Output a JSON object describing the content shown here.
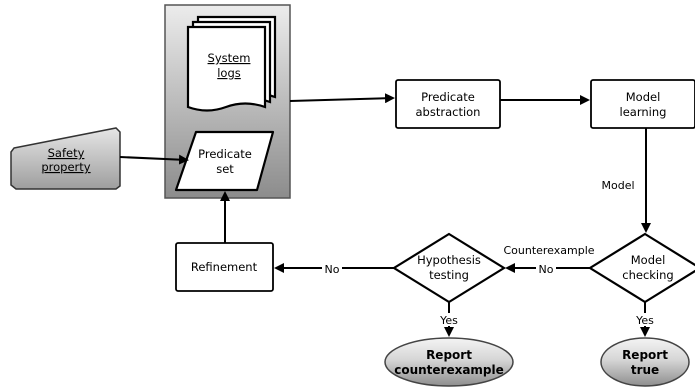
{
  "nodes": {
    "system_logs": [
      "System",
      "logs"
    ],
    "predicate_set": [
      "Predicate",
      "set"
    ],
    "safety_property": [
      "Safety",
      "property"
    ],
    "predicate_abstraction": [
      "Predicate",
      "abstraction"
    ],
    "model_learning": [
      "Model",
      "learning"
    ],
    "model_checking": [
      "Model",
      "checking"
    ],
    "hypothesis_testing": [
      "Hypothesis",
      "testing"
    ],
    "refinement": "Refinement",
    "report_counterexample": [
      "Report",
      "counterexample"
    ],
    "report_true": [
      "Report",
      "true"
    ]
  },
  "edges": {
    "model": "Model",
    "counterexample": "Counterexample",
    "no_checking": "No",
    "no_hypothesis": "No",
    "yes_hypothesis": "Yes",
    "yes_checking": "Yes"
  },
  "colors": {
    "panel_top": "#e9e9e9",
    "panel_bottom": "#8f8f8f",
    "ellipse_light": "#f0f0f0",
    "ellipse_dark": "#9a9a9a"
  }
}
